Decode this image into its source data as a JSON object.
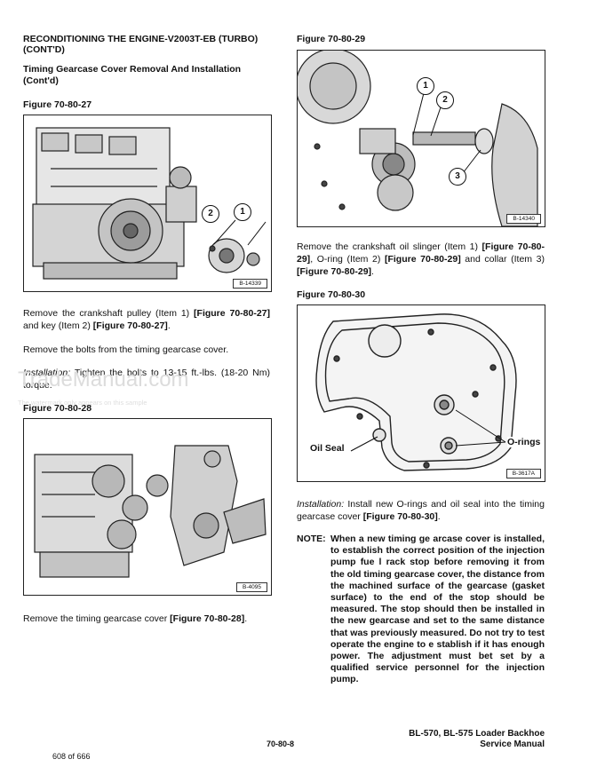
{
  "section_title": "RECONDITIONING THE ENGINE-V2003T-EB (TURBO) (CONT'D)",
  "subsection_title": "Timing Gearcase Cover Removal And Installation (Cont'd)",
  "left": {
    "fig27": {
      "label": "Figure 70-80-27",
      "code": "B-14339",
      "callouts": [
        "1",
        "2"
      ]
    },
    "para1": {
      "a": "Remove the crankshaft pulley (Item 1) ",
      "b": "[Figure 70-80-27]",
      "c": " and key (Item 2) ",
      "d": "[Figure 70-80-27]",
      "e": "."
    },
    "para2": "Remove the bolts from the timing gearcase cover.",
    "para3": {
      "label": "Installation:",
      "text": " Tighten the bolts to 13-15 ft.-lbs. (18-20 Nm) torque."
    },
    "fig28": {
      "label": "Figure 70-80-28",
      "code": "B-4095"
    },
    "para4": {
      "a": "Remove the timing gearcase cover ",
      "b": "[Figure 70-80-28]",
      "c": "."
    }
  },
  "right": {
    "fig29": {
      "label": "Figure 70-80-29",
      "code": "B-14340",
      "callouts": [
        "1",
        "2",
        "3"
      ]
    },
    "para1": {
      "a": "Remove the crankshaft oil slinger (Item 1) ",
      "b": "[Figure 70-80-29]",
      "c": ", O-ring (Item 2) ",
      "d": "[Figure 70-80-29]",
      "e": " and collar (Item 3) ",
      "f": "[Figure 70-80-29]",
      "g": "."
    },
    "fig30": {
      "label": "Figure 70-80-30",
      "code": "B-3617A",
      "oil_seal": "Oil Seal",
      "o_rings": "O-rings"
    },
    "para2": {
      "label": "Installation:",
      "a": " Install new O-rings and oil seal into the timing gearcase cover ",
      "b": "[Figure 70-80-30]",
      "c": "."
    },
    "note": {
      "label": "NOTE:",
      "text": "When a new timing ge arcase cover is installed, to establish the correct position of the injection pump fue l rack stop before removing it from the old timing gearcase cover, the distance from the machined surface of the gearcase (gasket surface) to the end of the stop should be measured. The stop should then be installed in the new gearcase and set to the same distance that was previously measured. Do not try to test operate the engine to e stablish if it has enough power. The adjustment must bet set by a qualified service personnel for the injection pump."
    }
  },
  "watermark": {
    "main": "TradeManual.com",
    "sub": "The watermark only appears on this sample"
  },
  "footer": {
    "page_code": "70-80-8",
    "model": "BL-570, BL-575 Loader Backhoe",
    "manual": "Service Manual",
    "page_count": "608 of 666"
  }
}
